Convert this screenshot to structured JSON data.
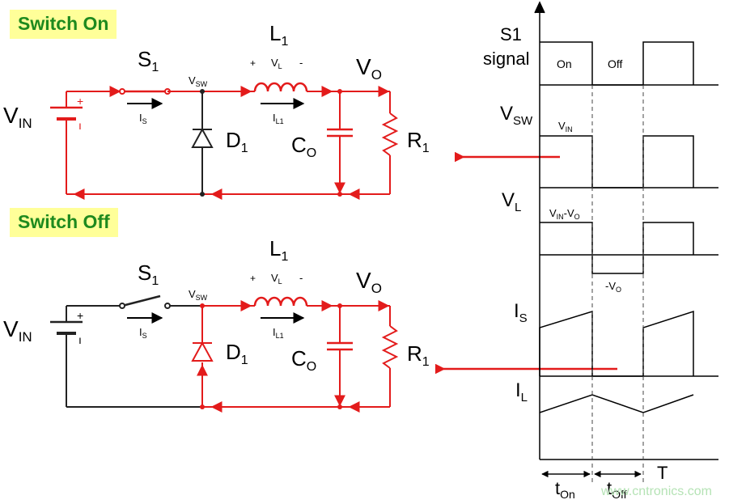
{
  "on_panel": {
    "title": "Switch On",
    "s1": "S",
    "s1_sub": "1",
    "l1": "L",
    "l1_sub": "1",
    "vl": "V",
    "vl_sub": "L",
    "vl_plus": "+",
    "vl_minus": "-",
    "vo": "V",
    "vo_sub": "O",
    "vsw": "V",
    "vsw_sub": "SW",
    "vin": "V",
    "vin_sub": "IN",
    "batt_plus": "+",
    "batt_minus": "ı",
    "is": "I",
    "is_sub": "S",
    "il1": "I",
    "il1_sub": "L1",
    "d1": "D",
    "d1_sub": "1",
    "co": "C",
    "co_sub": "O",
    "r1": "R",
    "r1_sub": "1"
  },
  "off_panel": {
    "title": "Switch Off",
    "s1": "S",
    "s1_sub": "1",
    "l1": "L",
    "l1_sub": "1",
    "vl": "V",
    "vl_sub": "L",
    "vl_plus": "+",
    "vl_minus": "-",
    "vo": "V",
    "vo_sub": "O",
    "vsw": "V",
    "vsw_sub": "SW",
    "vin": "V",
    "vin_sub": "IN",
    "batt_plus": "+",
    "batt_minus": "ı",
    "is": "I",
    "is_sub": "S",
    "il1": "I",
    "il1_sub": "L1",
    "d1": "D",
    "d1_sub": "1",
    "co": "C",
    "co_sub": "O",
    "r1": "R",
    "r1_sub": "1"
  },
  "waveforms": {
    "s1_label_line1": "S1",
    "s1_label_line2": "signal",
    "on_text": "On",
    "off_text": "Off",
    "vsw": "V",
    "vsw_sub": "SW",
    "vin_annot": "V",
    "vin_annot_sub": "IN",
    "vl": "V",
    "vl_sub": "L",
    "vl_high_a": "V",
    "vl_high_a_sub": "IN",
    "vl_high_b": "-V",
    "vl_high_b_sub": "O",
    "vl_low": "-V",
    "vl_low_sub": "O",
    "is": "I",
    "is_sub": "S",
    "il": "I",
    "il_sub": "L",
    "t_on": "t",
    "t_on_sub": "On",
    "t_off": "t",
    "t_off_sub": "Off",
    "period": "T"
  },
  "watermark": "www.cntronics.com",
  "colors": {
    "active": "#e31b1b",
    "inactive": "#222222",
    "title_text": "#1e8a1e",
    "title_bg": "#ffff99",
    "watermark": "#b5e3b5"
  }
}
